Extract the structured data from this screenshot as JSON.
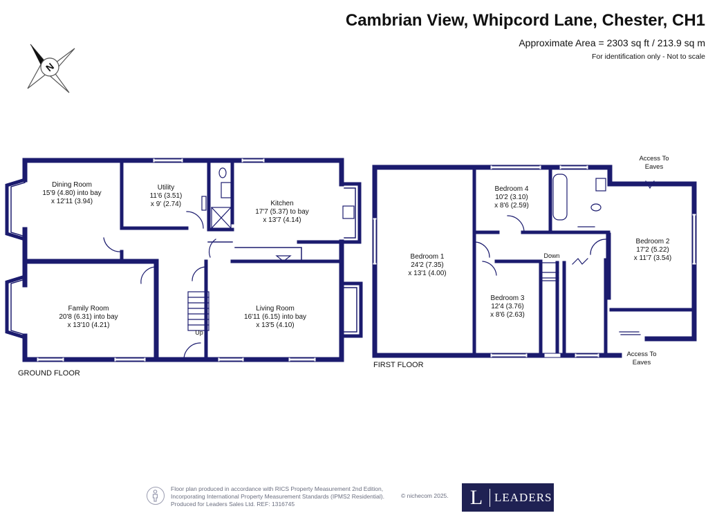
{
  "header": {
    "title": "Cambrian View, Whipcord Lane, Chester, CH1",
    "area": "Approximate Area = 2303 sq ft / 213.9 sq m",
    "note": "For identification only - Not to scale",
    "compass_letter": "N"
  },
  "ground_floor": {
    "label": "GROUND FLOOR",
    "rooms": [
      {
        "name": "Dining Room",
        "dims": [
          "15'9 (4.80) into bay",
          "x 12'11 (3.94)"
        ]
      },
      {
        "name": "Utility",
        "dims": [
          "11'6 (3.51)",
          "x 9' (2.74)"
        ]
      },
      {
        "name": "Kitchen",
        "dims": [
          "17'7 (5.37) to bay",
          "x 13'7 (4.14)"
        ]
      },
      {
        "name": "Family Room",
        "dims": [
          "20'8 (6.31) into bay",
          "x 13'10 (4.21)"
        ]
      },
      {
        "name": "Living Room",
        "dims": [
          "16'11 (6.15) into bay",
          "x 13'5 (4.10)"
        ]
      }
    ],
    "stair_label": "Up"
  },
  "first_floor": {
    "label": "FIRST FLOOR",
    "rooms": [
      {
        "name": "Bedroom 1",
        "dims": [
          "24'2 (7.35)",
          "x 13'1 (4.00)"
        ]
      },
      {
        "name": "Bedroom 4",
        "dims": [
          "10'2 (3.10)",
          "x 8'6 (2.59)"
        ]
      },
      {
        "name": "Bedroom 3",
        "dims": [
          "12'4 (3.76)",
          "x 8'6 (2.63)"
        ]
      },
      {
        "name": "Bedroom 2",
        "dims": [
          "17'2 (5.22)",
          "x 11'7 (3.54)"
        ]
      }
    ],
    "stair_label": "Down",
    "eaves_top": [
      "Access To",
      "Eaves"
    ],
    "eaves_bottom": [
      "Access To",
      "Eaves"
    ]
  },
  "footer": {
    "lines": [
      "Floor plan produced in accordance with RICS Property Measurement 2nd Edition,",
      "Incorporating International Property Measurement Standards (IPMS2 Residential).",
      "Produced for Leaders Sales Ltd.   REF: 1316745"
    ],
    "copyright": "© nichecom 2025.",
    "logo_letter": "L",
    "logo_word": "LEADERS"
  },
  "colors": {
    "wall": "#1b1b6e",
    "window": "#ffffff",
    "logo_bg": "#1f2153",
    "footer_text": "#6b6f80"
  }
}
